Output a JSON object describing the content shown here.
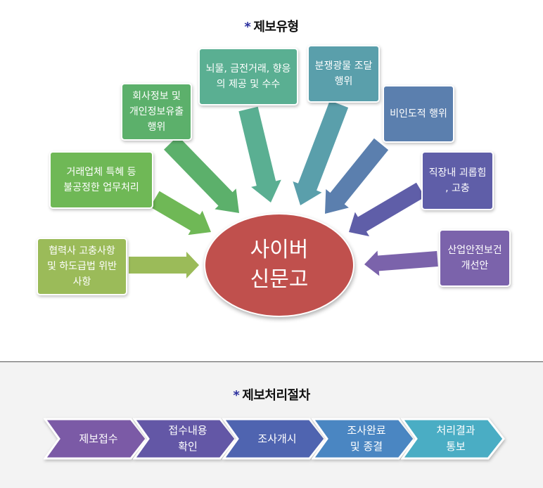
{
  "report_types": {
    "title": "제보유형",
    "center_label": "사이버\n신문고",
    "items": [
      {
        "label": "협력사 고충사항\n및 하도급법 위반\n사항",
        "color": "#9bbb59"
      },
      {
        "label": "거래업체 특혜 등\n불공정한 업무처리",
        "color": "#6fb856"
      },
      {
        "label": "회사정보 및\n개인정보유출\n행위",
        "color": "#5cb06b"
      },
      {
        "label": "뇌물, 금전거래, 향응\n의 제공 및 수수",
        "color": "#5aaf92"
      },
      {
        "label": "분쟁광물 조달\n행위",
        "color": "#5a9fab"
      },
      {
        "label": "비인도적 행위",
        "color": "#5b7fae"
      },
      {
        "label": "직장내 괴롭힘\n, 고충",
        "color": "#5f5ea8"
      },
      {
        "label": "산업안전보건\n개선안",
        "color": "#7b63ab"
      }
    ]
  },
  "process": {
    "title": "제보처리절차",
    "steps": [
      {
        "label": "제보접수",
        "color": "#7b5aa6"
      },
      {
        "label": "접수내용\n확인",
        "color": "#6357a6"
      },
      {
        "label": "조사개시",
        "color": "#4f64b0"
      },
      {
        "label": "조사완료\n및 종결",
        "color": "#4a86c2"
      },
      {
        "label": "처리결과\n통보",
        "color": "#4aadc4"
      }
    ]
  }
}
